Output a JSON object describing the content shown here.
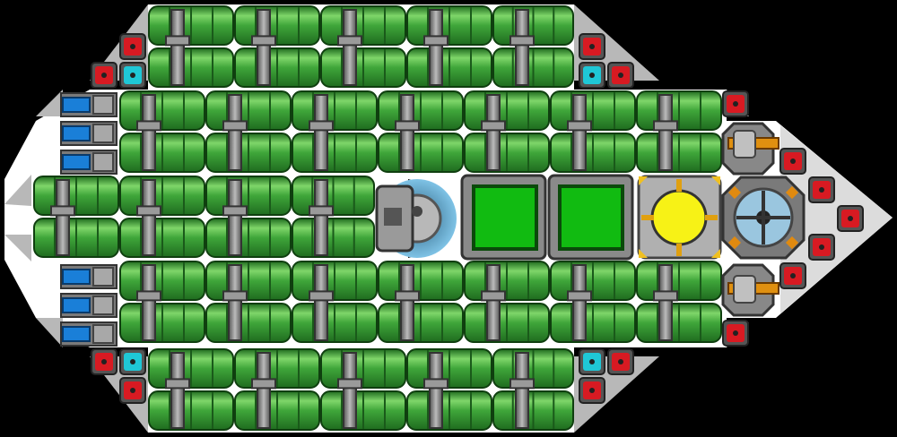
{
  "game": {
    "name": "",
    "view": "ship-builder"
  },
  "colors": {
    "background": "#000000",
    "hull": "#ffffff",
    "armor": "#b8b8b8",
    "tank_green": "#3fa63a",
    "tank_green_light": "#7fd66a",
    "tank_green_dark": "#1f6b1f",
    "pipe_grey": "#8a8a8a",
    "red_block": "#d81a22",
    "cyan_block": "#1fc7d6",
    "thruster_blue": "#1a7fd8",
    "cargo_green": "#11bb11",
    "reactor_yellow": "#f7f216",
    "shield_blue": "#7fc3e6",
    "gun_orange": "#e09010"
  },
  "blocks": {
    "tanks": "fuel-tank",
    "thrusters": "thruster",
    "red": "armor-light",
    "cyan": "sensor",
    "command": "command-pod",
    "cargo": "cargo-bay",
    "reactor": "reactor-core",
    "shield": "shield-generator",
    "turret": "gun-turret"
  }
}
